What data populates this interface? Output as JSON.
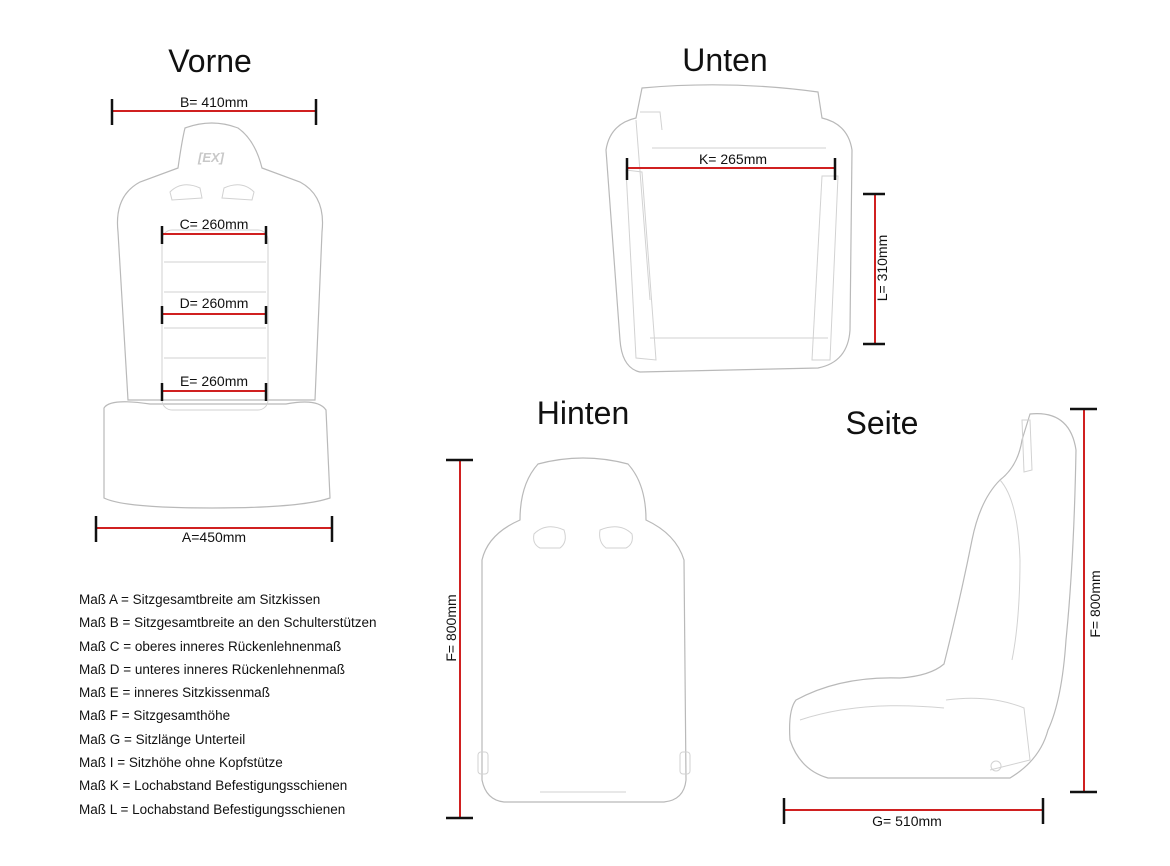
{
  "views": {
    "front": "Vorne",
    "bottom": "Unten",
    "back": "Hinten",
    "side": "Seite"
  },
  "dimensions": {
    "A": "A=450mm",
    "B": "B= 410mm",
    "C": "C= 260mm",
    "D": "D= 260mm",
    "E": "E= 260mm",
    "F_back": "F= 800mm",
    "F_side": "F= 800mm",
    "G": "G= 510mm",
    "K": "K= 265mm",
    "L": "L= 310mm"
  },
  "legend": [
    "Maß A = Sitzgesamtbreite am Sitzkissen",
    "Maß B = Sitzgesamtbreite an den Schulterstützen",
    "Maß C = oberes inneres Rückenlehnenmaß",
    "Maß D = unteres inneres Rückenlehnenmaß",
    "Maß E = inneres Sitzkissenmaß",
    "Maß F = Sitzgesamthöhe",
    "Maß G = Sitzlänge Unterteil",
    "Maß I  = Sitzhöhe ohne Kopfstütze",
    "Maß K = Lochabstand Befestigungsschienen",
    "Maß L = Lochabstand Befestigungsschienen"
  ],
  "colors": {
    "dimension_line": "#d02020",
    "outline": "#b9b9b9"
  }
}
